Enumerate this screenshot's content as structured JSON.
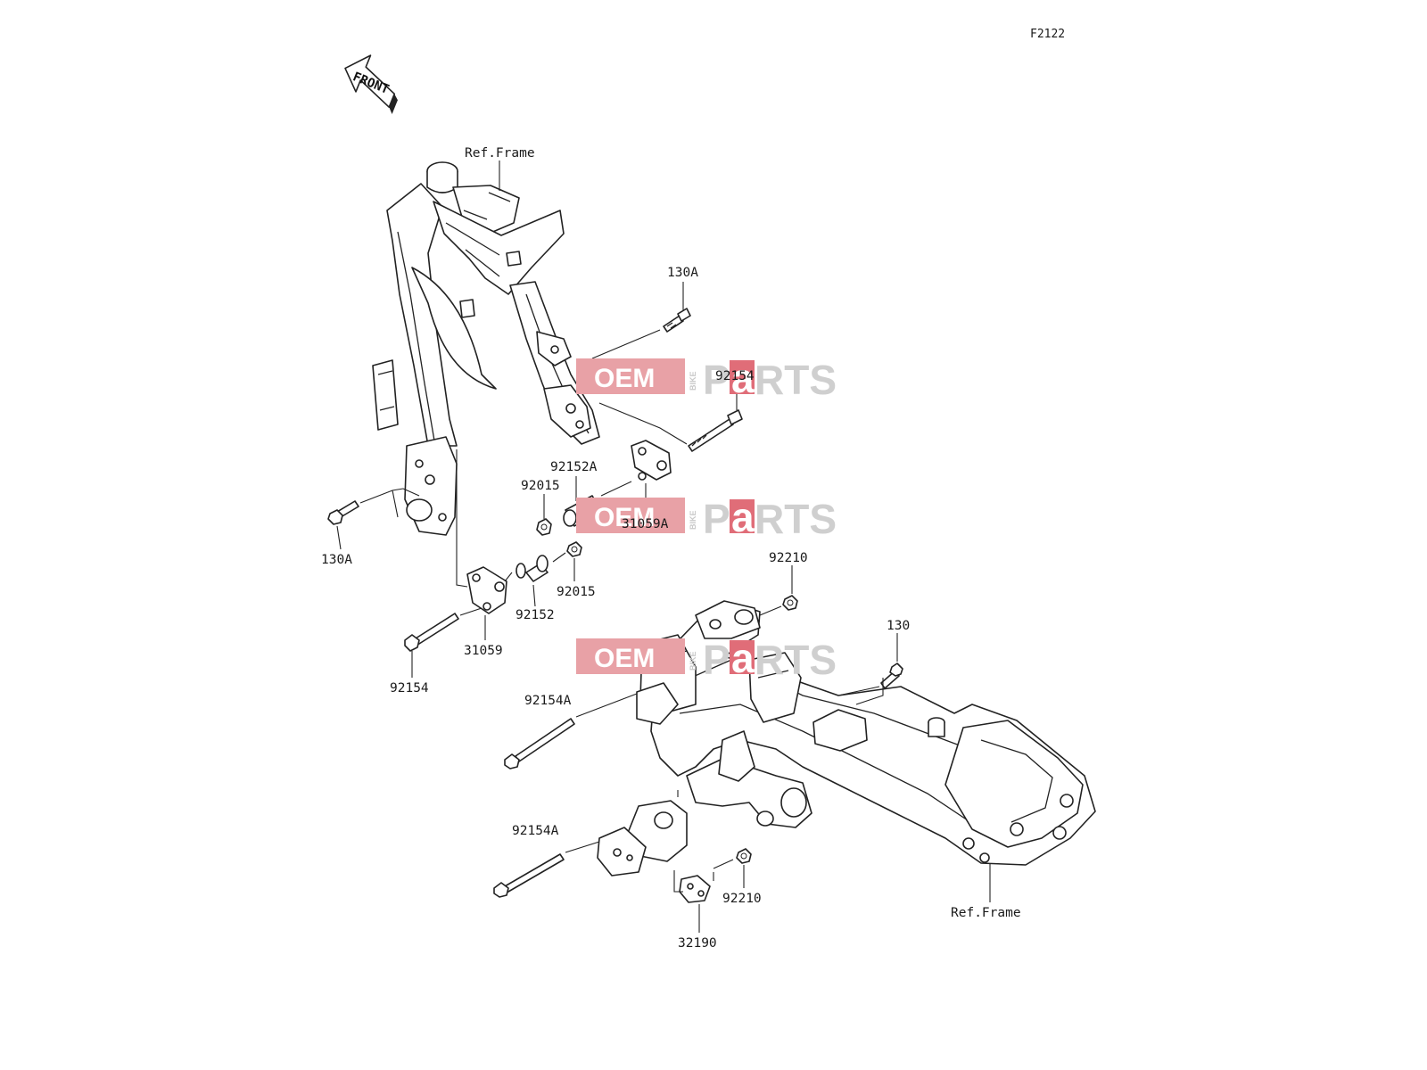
{
  "diagram_code": "F2122",
  "front_arrow_text": "FRONT",
  "watermark": {
    "oem": "OEM",
    "bike": "BIKE",
    "parts_p": "P",
    "parts_a": "a",
    "parts_rts": "RTS",
    "oem_color": "#e8a1a6",
    "a_color": "#e06d78"
  },
  "labels": {
    "ref_frame_top": "Ref.Frame",
    "ref_frame_bottom": "Ref.Frame",
    "p130A_top": "130A",
    "p130A_left": "130A",
    "p92154_upper": "92154",
    "p92154_lower": "92154",
    "p92152A": "92152A",
    "p92015_upper": "92015",
    "p92015_lower": "92015",
    "p31059A": "31059A",
    "p31059": "31059",
    "p92152": "92152",
    "p92210_upper": "92210",
    "p92210_lower": "92210",
    "p130": "130",
    "p92154A_upper": "92154A",
    "p92154A_lower": "92154A",
    "p32190": "32190"
  }
}
